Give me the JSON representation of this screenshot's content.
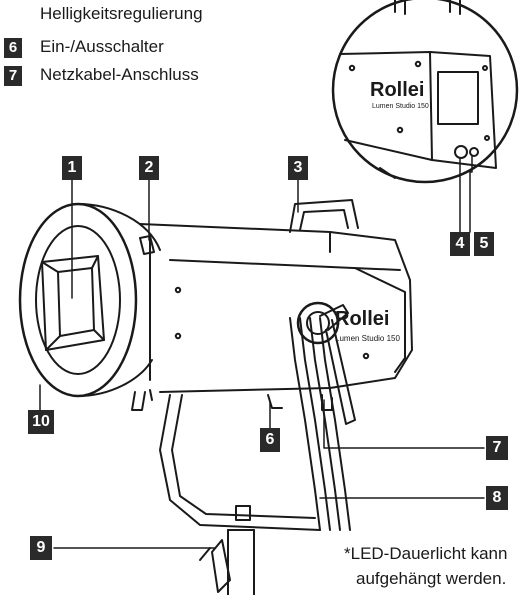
{
  "legend": {
    "line_top": "Helligkeitsregulierung",
    "item6_number": "6",
    "item6_label": "Ein-/Ausschalter",
    "item7_number": "7",
    "item7_label": "Netzkabel-Anschluss"
  },
  "callouts": {
    "n1": "1",
    "n2": "2",
    "n3": "3",
    "n4": "4",
    "n5": "5",
    "n6": "6",
    "n7": "7",
    "n8": "8",
    "n9": "9",
    "n10": "10"
  },
  "device": {
    "brand": "Rollei",
    "model": "Lumen Studio 150",
    "inset_brand": "Rollei",
    "inset_model": "Lumen Studio 150"
  },
  "note": {
    "line1": "*LED-Dauerlicht kann",
    "line2": "aufgehängt werden."
  }
}
